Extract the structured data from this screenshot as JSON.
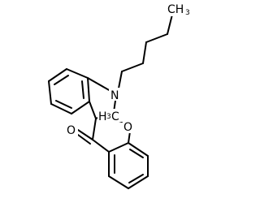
{
  "structure": {
    "colors": {
      "bond": "#000000",
      "background": "#ffffff",
      "nitrogen": "#0000ff",
      "oxygen": "#ff0000"
    },
    "atoms": {
      "methyl": {
        "symbol": "CH",
        "subscript": "3"
      },
      "nitrogen": {
        "symbol": "N"
      },
      "methyl_methoxy": {
        "symbol": "H",
        "subscript": "3",
        "suffix": "C"
      },
      "oxygen_ether": {
        "symbol": "O"
      },
      "oxygen_carbonyl": {
        "symbol": "O"
      }
    }
  }
}
